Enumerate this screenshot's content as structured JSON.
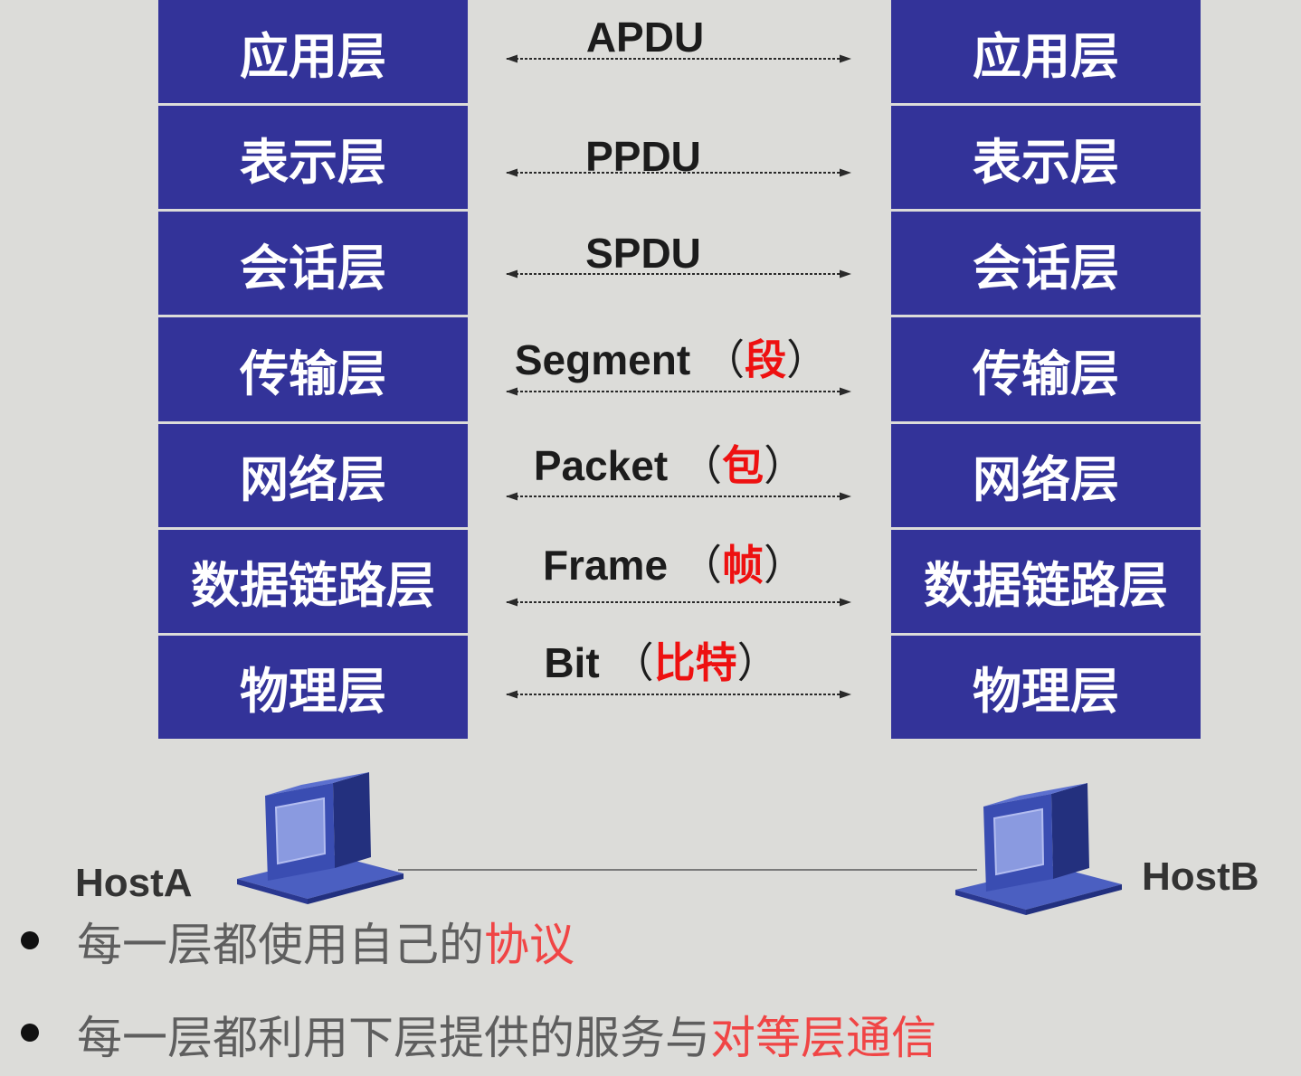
{
  "colors": {
    "background": "#dcdcd9",
    "layer_fill": "#333399",
    "layer_text": "#ffffff",
    "pdu_label": "#1c1c1c",
    "pdu_note": "#ee1111",
    "bullet_text": "#5e5e5e",
    "bullet_highlight": "#f04545",
    "host_label": "#333333",
    "link": "#7a7a7a"
  },
  "stacks": {
    "left": {
      "layers": [
        "应用层",
        "表示层",
        "会话层",
        "传输层",
        "网络层",
        "数据链路层",
        "物理层"
      ]
    },
    "right": {
      "layers": [
        "应用层",
        "表示层",
        "会话层",
        "传输层",
        "网络层",
        "数据链路层",
        "物理层"
      ]
    }
  },
  "pdus": [
    {
      "label": "APDU"
    },
    {
      "label": "PPDU"
    },
    {
      "label": "SPDU"
    },
    {
      "label": "Segment",
      "open": "（",
      "note": "段",
      "close": "）"
    },
    {
      "label": "Packet",
      "open": "（",
      "note": "包",
      "close": "）"
    },
    {
      "label": "Frame",
      "open": "（",
      "note": "帧",
      "close": "）"
    },
    {
      "label": "Bit",
      "open": "（",
      "note": "比特",
      "close": "）"
    }
  ],
  "hosts": [
    {
      "name": "HostA",
      "icon": "computer-icon"
    },
    {
      "name": "HostB",
      "icon": "computer-icon"
    }
  ],
  "bullets": [
    {
      "text": "每一层都使用自己的",
      "highlight": "协议"
    },
    {
      "text": "每一层都利用下层提供的服务与",
      "highlight": "对等层通信"
    }
  ]
}
